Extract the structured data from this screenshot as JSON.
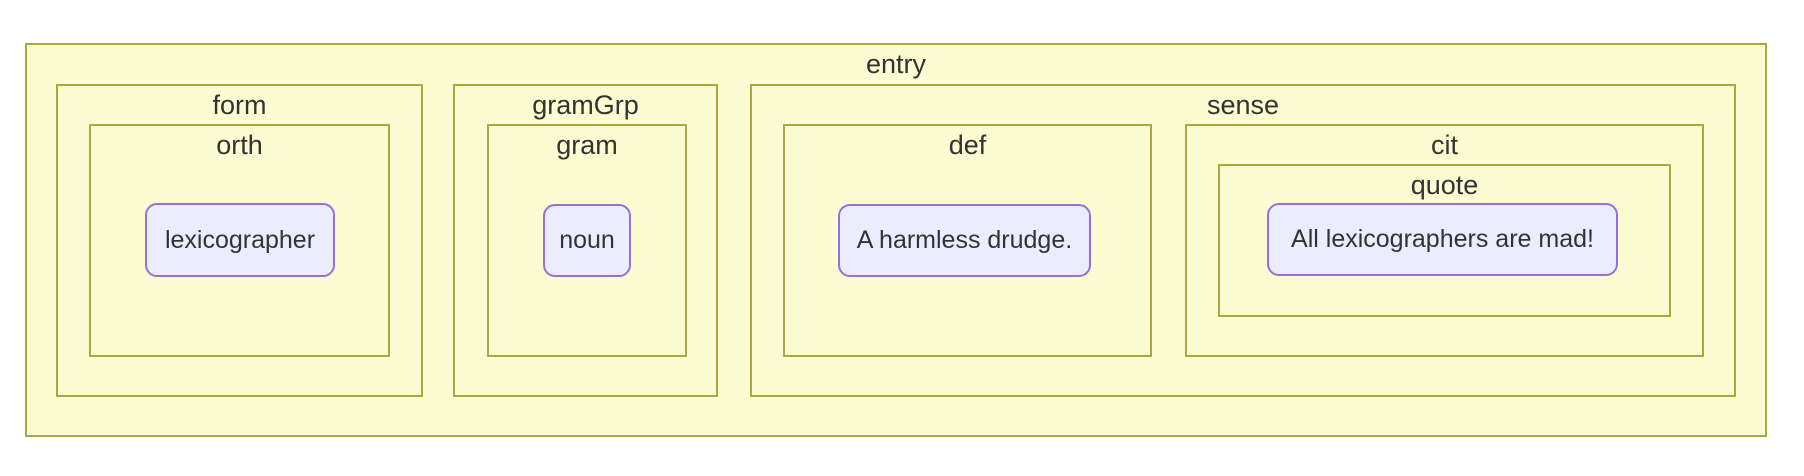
{
  "diagram": {
    "description_type": "nested-box tree diagram of a dictionary entry structure",
    "colors": {
      "container_fill": "#fcfcd2",
      "container_border": "#aba83f",
      "leaf_fill": "#ececff",
      "leaf_border": "#9370db",
      "text": "#333333",
      "page_background": "#ffffff"
    },
    "tree": {
      "label": "entry",
      "children": [
        {
          "label": "form",
          "children": [
            {
              "label": "orth",
              "leaf": "lexicographer"
            }
          ]
        },
        {
          "label": "gramGrp",
          "children": [
            {
              "label": "gram",
              "leaf": "noun"
            }
          ]
        },
        {
          "label": "sense",
          "children": [
            {
              "label": "def",
              "leaf": "A harmless drudge."
            },
            {
              "label": "cit",
              "children": [
                {
                  "label": "quote",
                  "leaf": "All lexicographers are mad!"
                }
              ]
            }
          ]
        }
      ]
    }
  }
}
